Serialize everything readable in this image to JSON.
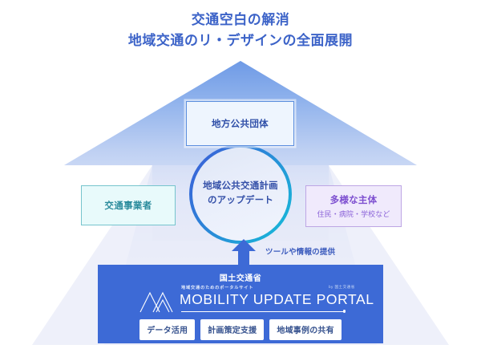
{
  "title": {
    "line1": "交通空白の解消",
    "line2": "地域交通のリ・デザインの全面展開",
    "color": "#3c63c8"
  },
  "diagram": {
    "center": {
      "line1": "地域公共交通計画",
      "line2": "のアップデート",
      "ring_gradient_from": "#3a63d8",
      "ring_gradient_to": "#19b6d8"
    },
    "top_node": {
      "label": "地方公共団体",
      "border_color": "#5b8ede",
      "fill_color": "#eef5fe",
      "text_color": "#2f4fa8"
    },
    "left_node": {
      "label": "交通事業者",
      "border_color": "#76c4cd",
      "fill_color": "#e8fafb",
      "text_color": "#2a8b9c"
    },
    "right_node": {
      "label": "多様な主体",
      "sublabel": "住民・病院・学校など",
      "border_color": "#bda6e4",
      "fill_color": "#f0eafc",
      "text_color": "#7d4fd0"
    },
    "flow_caption": "ツールや情報の提供",
    "background_arrow_color": "#7fa4e8"
  },
  "portal": {
    "ministry": "国土交通省",
    "tagline": "地域交通のためのポータルサイト",
    "wordmark": "MOBILITY UPDATE PORTAL",
    "by_credit": "by 国土交通省",
    "panel_color": "#3d6ad6",
    "pills": [
      {
        "label": "データ活用"
      },
      {
        "label": "計画策定支援"
      },
      {
        "label": "地域事例の共有"
      }
    ]
  }
}
